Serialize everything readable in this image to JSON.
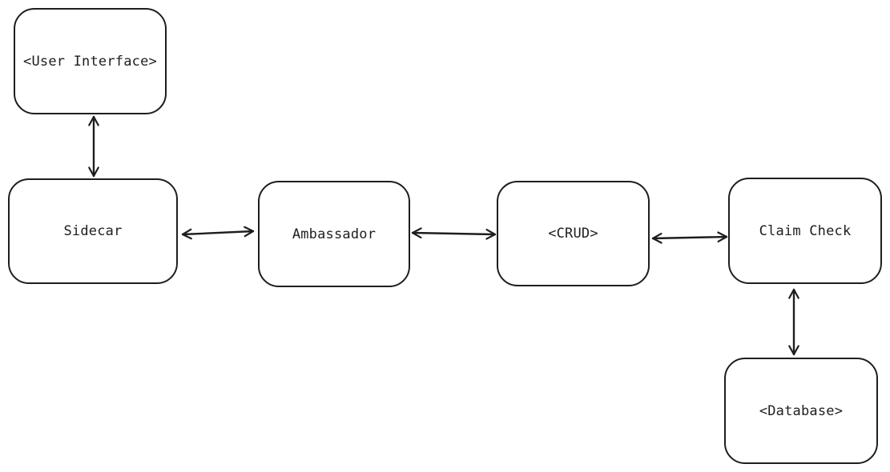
{
  "diagram": {
    "colors": {
      "stroke": "#1e1e1e",
      "background": "#ffffff"
    },
    "nodes": {
      "user_interface": "<User Interface>",
      "sidecar": "Sidecar",
      "ambassador": "Ambassador",
      "crud": "<CRUD>",
      "claim_check": "Claim Check",
      "database": "<Database>"
    },
    "edges": [
      {
        "from": "user_interface",
        "to": "sidecar",
        "direction": "both"
      },
      {
        "from": "sidecar",
        "to": "ambassador",
        "direction": "both"
      },
      {
        "from": "ambassador",
        "to": "crud",
        "direction": "both"
      },
      {
        "from": "crud",
        "to": "claim_check",
        "direction": "both"
      },
      {
        "from": "claim_check",
        "to": "database",
        "direction": "both"
      }
    ]
  }
}
